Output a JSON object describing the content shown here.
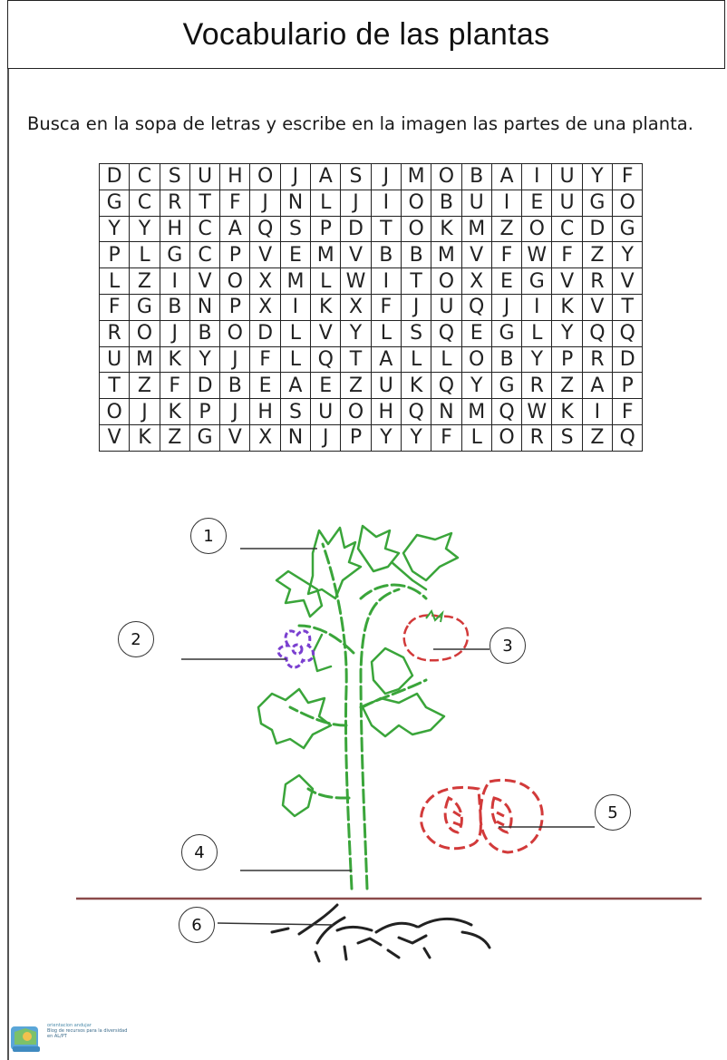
{
  "title": "Vocabulario de las plantas",
  "instructions": "Busca en la sopa de letras y escribe en la imagen las partes de una planta.",
  "grid": [
    [
      "D",
      "C",
      "S",
      "U",
      "H",
      "O",
      "J",
      "A",
      "S",
      "J",
      "M",
      "O",
      "B",
      "A",
      "I",
      "U",
      "Y",
      "F"
    ],
    [
      "G",
      "C",
      "R",
      "T",
      "F",
      "J",
      "N",
      "L",
      "J",
      "I",
      "O",
      "B",
      "U",
      "I",
      "E",
      "U",
      "G",
      "O"
    ],
    [
      "Y",
      "Y",
      "H",
      "C",
      "A",
      "Q",
      "S",
      "P",
      "D",
      "T",
      "O",
      "K",
      "M",
      "Z",
      "O",
      "C",
      "D",
      "G"
    ],
    [
      "P",
      "L",
      "G",
      "C",
      "P",
      "V",
      "E",
      "M",
      "V",
      "B",
      "B",
      "M",
      "V",
      "F",
      "W",
      "F",
      "Z",
      "Y"
    ],
    [
      "L",
      "Z",
      "I",
      "V",
      "O",
      "X",
      "M",
      "L",
      "W",
      "I",
      "T",
      "O",
      "X",
      "E",
      "G",
      "V",
      "R",
      "V"
    ],
    [
      "F",
      "G",
      "B",
      "N",
      "P",
      "X",
      "I",
      "K",
      "X",
      "F",
      "J",
      "U",
      "Q",
      "J",
      "I",
      "K",
      "V",
      "T"
    ],
    [
      "R",
      "O",
      "J",
      "B",
      "O",
      "D",
      "L",
      "V",
      "Y",
      "L",
      "S",
      "Q",
      "E",
      "G",
      "L",
      "Y",
      "Q",
      "Q"
    ],
    [
      "U",
      "M",
      "K",
      "Y",
      "J",
      "F",
      "L",
      "Q",
      "T",
      "A",
      "L",
      "L",
      "O",
      "B",
      "Y",
      "P",
      "R",
      "D"
    ],
    [
      "T",
      "Z",
      "F",
      "D",
      "B",
      "E",
      "A",
      "E",
      "Z",
      "U",
      "K",
      "Q",
      "Y",
      "G",
      "R",
      "Z",
      "A",
      "P"
    ],
    [
      "O",
      "J",
      "K",
      "P",
      "J",
      "H",
      "S",
      "U",
      "O",
      "H",
      "Q",
      "N",
      "M",
      "Q",
      "W",
      "K",
      "I",
      "F"
    ],
    [
      "V",
      "K",
      "Z",
      "G",
      "V",
      "X",
      "N",
      "J",
      "P",
      "Y",
      "Y",
      "F",
      "L",
      "O",
      "R",
      "S",
      "Z",
      "Q"
    ]
  ],
  "labels": [
    "1",
    "2",
    "3",
    "4",
    "5",
    "6"
  ],
  "colors": {
    "leaf": "#3aa53a",
    "flower": "#7a3fd0",
    "fruit": "#d23a3a",
    "ground": "#8b4a4a",
    "root": "#222222"
  },
  "logo": {
    "brand": "orientacion andujar",
    "caption": "Blog de recursos para la diversidad en AL/PT"
  }
}
